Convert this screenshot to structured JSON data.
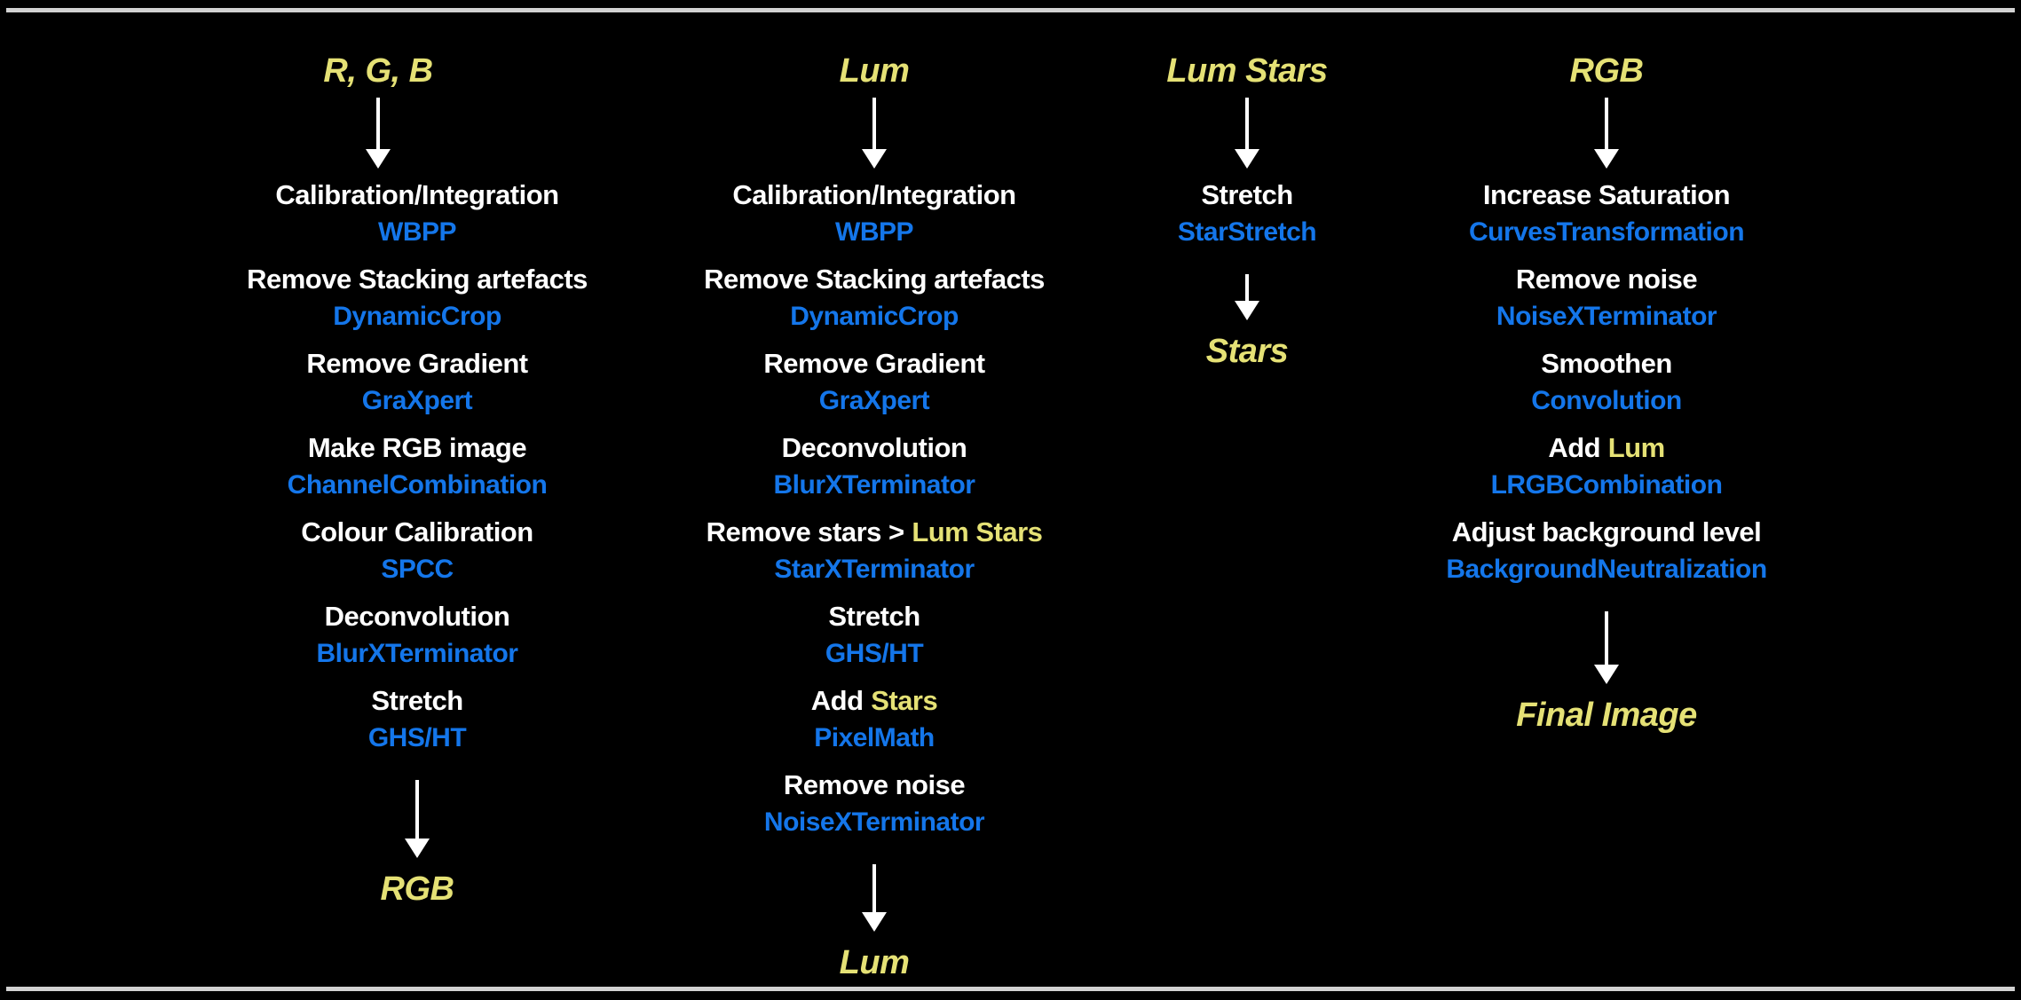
{
  "colors": {
    "background": "#000000",
    "text_white": "#ffffff",
    "accent_yellow": "#e5e175",
    "accent_blue": "#1476ea",
    "divider": "#d2d2d2"
  },
  "columns": [
    {
      "id": "r-g-b",
      "header": "R, G, B",
      "steps": [
        {
          "label": "Calibration/Integration",
          "tool": "WBPP"
        },
        {
          "label": "Remove Stacking artefacts",
          "tool": "DynamicCrop"
        },
        {
          "label": "Remove Gradient",
          "tool": "GraXpert"
        },
        {
          "label": "Make RGB image",
          "tool": "ChannelCombination"
        },
        {
          "label": "Colour Calibration",
          "tool": "SPCC"
        },
        {
          "label": "Deconvolution",
          "tool": "BlurXTerminator"
        },
        {
          "label": "Stretch",
          "tool": "GHS/HT"
        }
      ],
      "output": "RGB"
    },
    {
      "id": "lum",
      "header": "Lum",
      "steps": [
        {
          "label": "Calibration/Integration",
          "tool": "WBPP"
        },
        {
          "label": "Remove Stacking artefacts",
          "tool": "DynamicCrop"
        },
        {
          "label": "Remove Gradient",
          "tool": "GraXpert"
        },
        {
          "label": "Deconvolution",
          "tool": "BlurXTerminator"
        },
        {
          "label": "Remove stars >",
          "label_accent": "Lum Stars",
          "tool": "StarXTerminator"
        },
        {
          "label": "Stretch",
          "tool": "GHS/HT"
        },
        {
          "label": "Add",
          "label_accent": "Stars",
          "tool": "PixelMath"
        },
        {
          "label": "Remove noise",
          "tool": "NoiseXTerminator"
        }
      ],
      "output": "Lum"
    },
    {
      "id": "lum-stars",
      "header": "Lum Stars",
      "steps": [
        {
          "label": "Stretch",
          "tool": "StarStretch"
        }
      ],
      "output": "Stars"
    },
    {
      "id": "rgb",
      "header": "RGB",
      "steps": [
        {
          "label": "Increase Saturation",
          "tool": "CurvesTransformation"
        },
        {
          "label": "Remove noise",
          "tool": "NoiseXTerminator"
        },
        {
          "label": "Smoothen",
          "tool": "Convolution"
        },
        {
          "label": "Add",
          "label_accent": "Lum",
          "tool": "LRGBCombination"
        },
        {
          "label": "Adjust background level",
          "tool": "BackgroundNeutralization"
        }
      ],
      "output": "Final Image"
    }
  ]
}
